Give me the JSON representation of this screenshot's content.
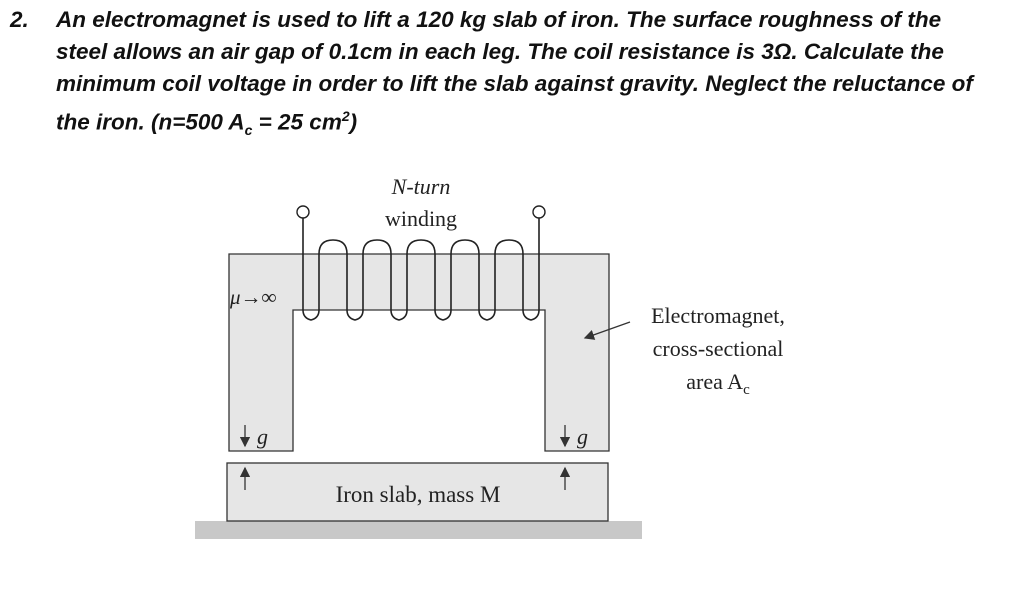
{
  "problem": {
    "number": "2.",
    "lines": [
      "An electromagnet is used to lift a 120 kg slab of iron. The surface roughness of the",
      "steel allows an air gap of 0.1cm in each leg. The coil resistance is 3Ω. Calculate the",
      "minimum coil voltage in order to lift the slab against gravity. Neglect the reluctance of",
      "the iron. (n=500 A"
    ],
    "line4_sub": "c",
    "line4_mid": " = 25 cm",
    "line4_sup": "2",
    "line4_end": ")"
  },
  "diagram": {
    "winding_label_1": "N-turn",
    "winding_label_2": "winding",
    "permeability_label": "μ→∞",
    "gap_label_left": "g",
    "gap_label_right": "g",
    "slab_label": "Iron slab, mass M",
    "core_label_1": "Electromagnet,",
    "core_label_2": "cross-sectional",
    "core_label_3": "area A",
    "core_label_sub": "c"
  },
  "colors": {
    "core_fill": "#e6e6e6",
    "ground_fill": "#c8c8c8",
    "stroke": "#333333"
  }
}
